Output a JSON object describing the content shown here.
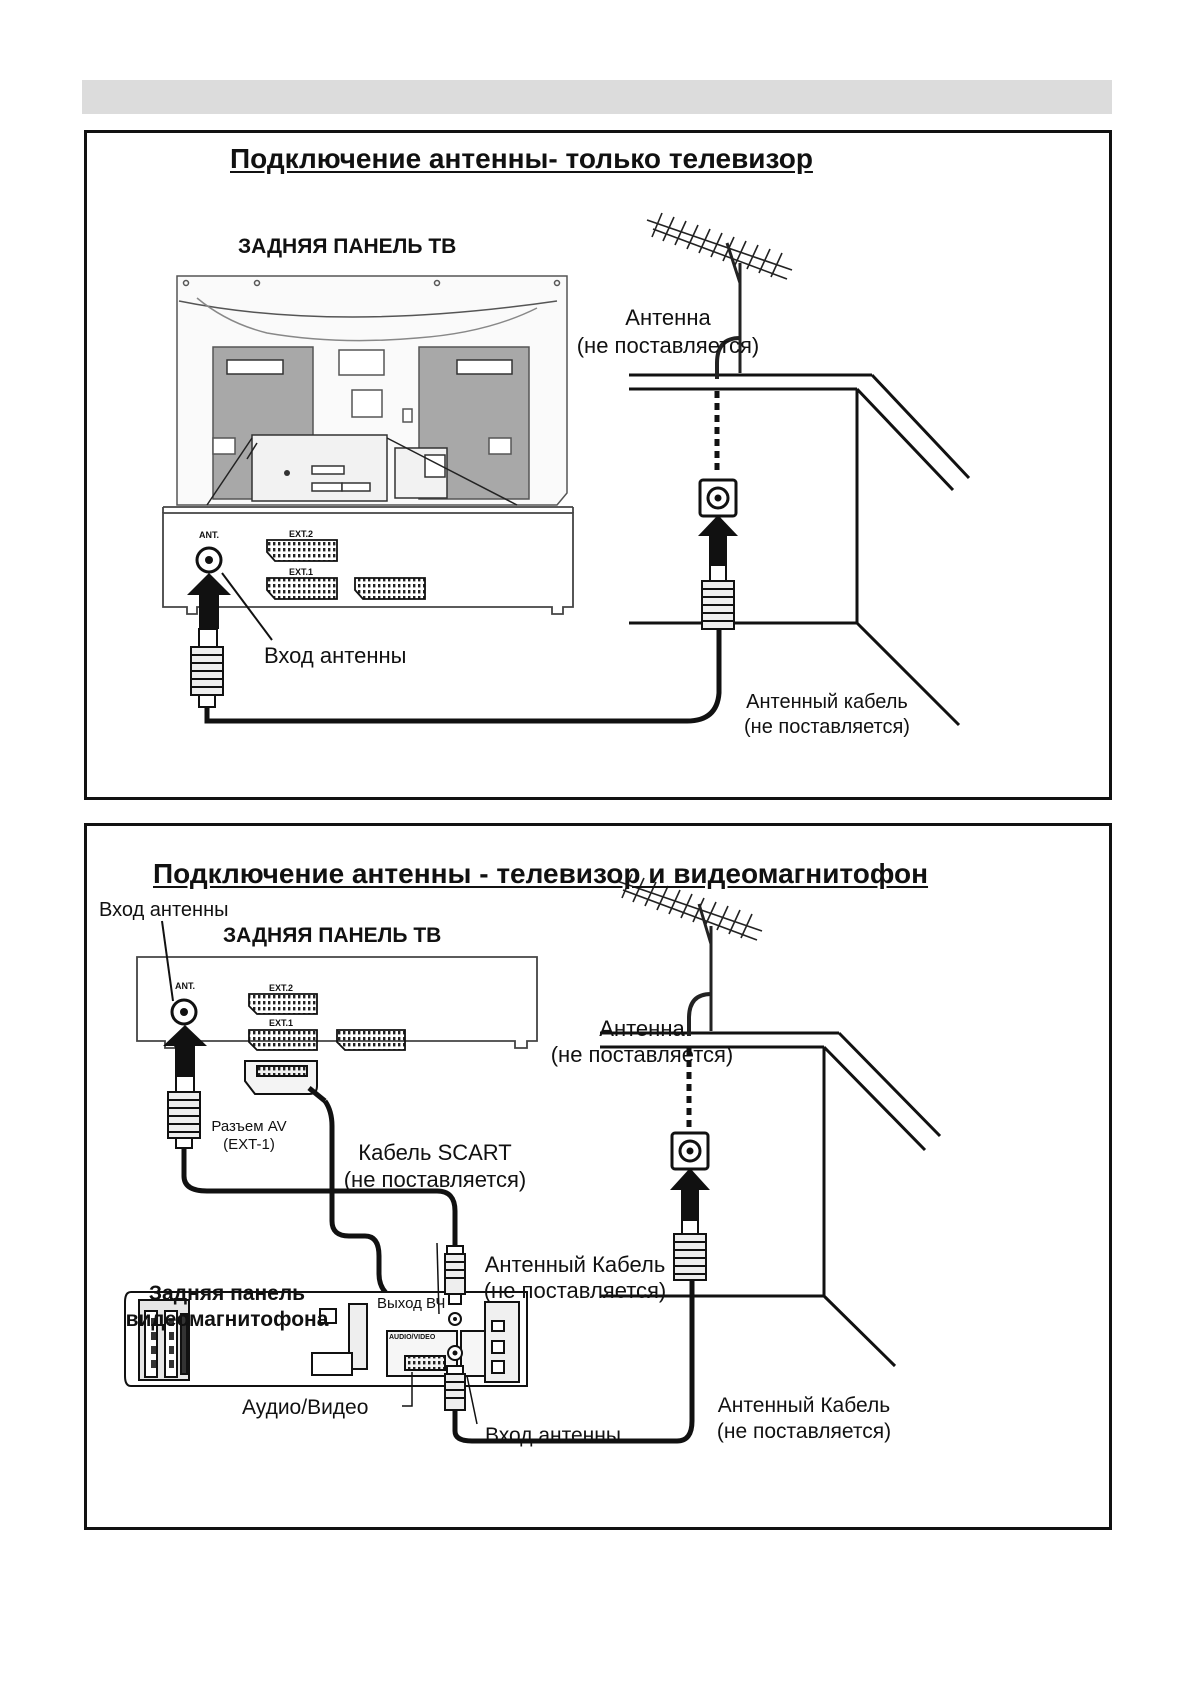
{
  "panel1": {
    "title": "Подключение антенны- только телевизор",
    "tv_back_label": "ЗАДНЯЯ ПАНЕЛЬ ТВ",
    "antenna_label": "Антенна",
    "antenna_note": "(не поставляется)",
    "antenna_input_label": "Вход  антенны",
    "cable_label": "Антенный кабель",
    "cable_note": "(не поставляется)",
    "port_ant": "ANT.",
    "port_ext2": "EXT.2",
    "port_ext1": "EXT.1"
  },
  "panel2": {
    "title": "Подключение антенны - телевизор и видеомагнитофон",
    "antenna_input_top_label": "Вход  антенны",
    "tv_back_label": "ЗАДНЯЯ ПАНЕЛЬ ТВ",
    "antenna_label": "Антенна",
    "antenna_note": "(не поставляется)",
    "av_socket_label": "Разъем AV",
    "av_socket_note": "(EXT-1)",
    "scart_cable_label": "Кабель SCART",
    "scart_cable_note": "(не поставляется)",
    "antenna_cable_label": "Антенный Кабель",
    "antenna_cable_note": "(не поставляется)",
    "vcr_back_label_line1": "Задняя панель",
    "vcr_back_label_line2": "видеомагнитофона",
    "rf_out_label": "Выход ВЧ",
    "audio_video_label": "Аудио/Видео",
    "antenna_input_bottom_label": "Вход  антенны",
    "antenna_cable2_label": "Антенный Кабель",
    "antenna_cable2_note": "(не поставляется)",
    "port_ant": "ANT.",
    "port_ext2": "EXT.2",
    "port_ext1": "EXT.1",
    "port_audio_video": "AUDIO/VIDEO"
  }
}
